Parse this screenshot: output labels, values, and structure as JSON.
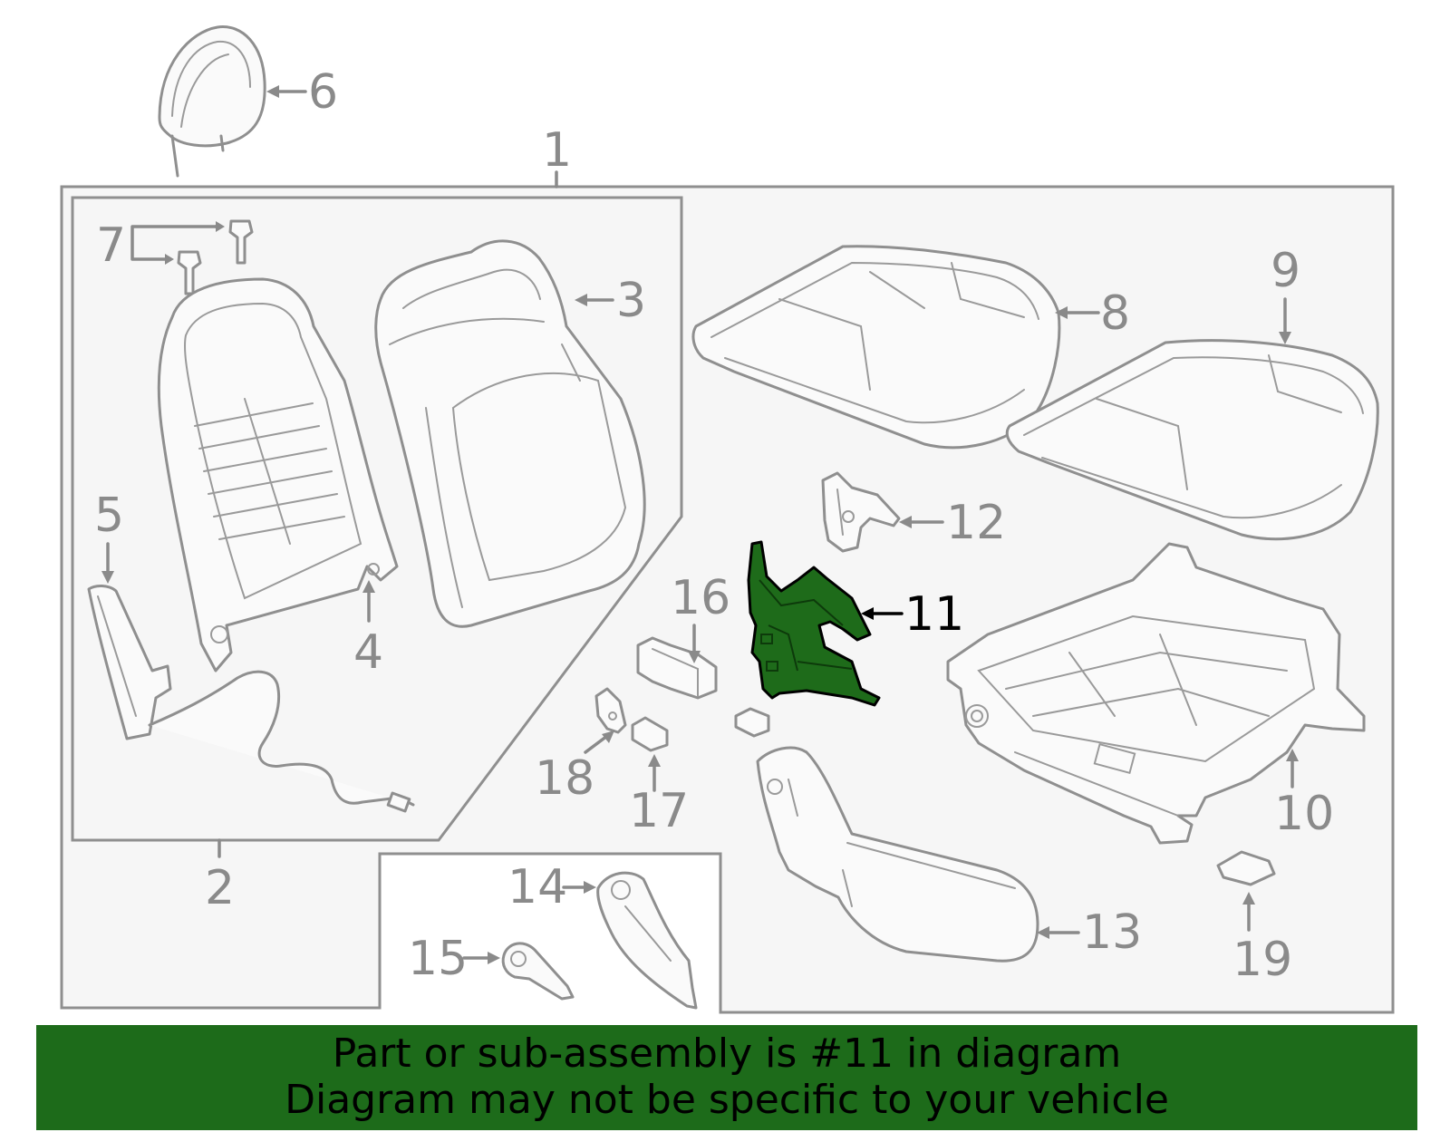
{
  "diagram": {
    "highlighted_part": "11",
    "highlight_color": "#1d6b1a",
    "callouts": {
      "c1": "1",
      "c2": "2",
      "c3": "3",
      "c4": "4",
      "c5": "5",
      "c6": "6",
      "c7": "7",
      "c8": "8",
      "c9": "9",
      "c10": "10",
      "c11": "11",
      "c12": "12",
      "c13": "13",
      "c14": "14",
      "c15": "15",
      "c16": "16",
      "c17": "17",
      "c18": "18",
      "c19": "19"
    }
  },
  "banner": {
    "line1": "Part or sub-assembly is #11 in diagram",
    "line2": "Diagram may not be specific to your vehicle"
  }
}
